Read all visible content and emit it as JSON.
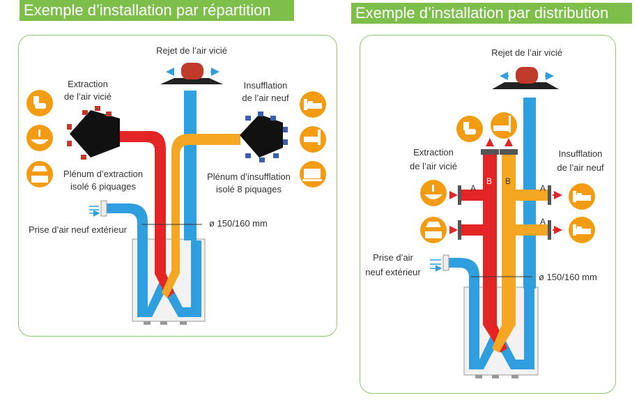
{
  "left": {
    "title": "Exemple d’installation par répartition",
    "exhaust": "Rejet de l’air vicié",
    "extraction": [
      "Extraction",
      "de l’air vicié"
    ],
    "insufflation": [
      "Insufflation",
      "de l’air neuf"
    ],
    "plenum_extraction": [
      "Plénum d’extraction",
      "isolé 6 piquages"
    ],
    "plenum_insufflation": [
      "Plénum d’insufflation",
      "isolé 8 piquages"
    ],
    "intake": "Prise d’air neuf extérieur",
    "diameter": "ø 150/160 mm"
  },
  "right": {
    "title": "Exemple d’installation par distribution",
    "exhaust": "Rejet de l’air vicié",
    "extraction": [
      "Extraction",
      "de l’air vicié"
    ],
    "insufflation": [
      "Insufflation",
      "de l’air neuf"
    ],
    "intake": [
      "Prise d’air",
      "neuf extérieur"
    ],
    "diameter": "ø 150/160 mm",
    "tag_a": "A",
    "tag_b": "B"
  },
  "colors": {
    "green": "#7dbf4a",
    "blue": "#2f9fe0",
    "red": "#e42526",
    "orange": "#f5a623",
    "icon_orange": "#f39c12",
    "roof": "#c0392b"
  },
  "icons_left_extraction": [
    "toilet-icon",
    "sink-icon",
    "kitchen-hood-icon"
  ],
  "icons_left_insufflation": [
    "bed-icon",
    "living-room-icon",
    "office-icon"
  ],
  "icons_right_top": [
    "toilet-icon",
    "shower-icon"
  ],
  "icons_right_extraction": [
    "sink-icon",
    "kitchen-hood-icon"
  ],
  "icons_right_insufflation": [
    "bed-icon",
    "bed-icon"
  ]
}
